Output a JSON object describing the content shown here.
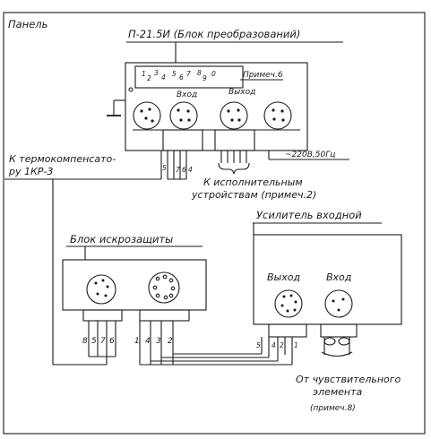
{
  "panel_label": "Панель",
  "converter": {
    "title": "П-21.5И (Блок преобразований)",
    "note": "Примеч.6",
    "digits": [
      "1",
      "2",
      "3",
      "4",
      "5",
      "6",
      "7",
      "8",
      "9",
      "0"
    ],
    "input_label": "Вход",
    "output_label": "Выход",
    "power_label": "~220В,50Гц",
    "terminal_numbers": [
      "5",
      "7",
      "6",
      "4"
    ]
  },
  "thermo_label_line1": "К термокомпенсато-",
  "thermo_label_line2": "ру 1КР-3",
  "actuators_label_line1": "К исполнительным",
  "actuators_label_line2": "устройствам (примеч.2)",
  "spark": {
    "title": "Блок искрозащиты",
    "wire_numbers": [
      "8",
      "5",
      "7",
      "6",
      "1",
      "4",
      "3",
      "2"
    ]
  },
  "amplifier": {
    "title": "Усилитель входной",
    "output_label": "Выход",
    "input_label": "Вход",
    "wire_numbers": [
      "5",
      "4",
      "2",
      "1"
    ]
  },
  "sensor_label_line1": "От чувствительного",
  "sensor_label_line2": "элемента",
  "sensor_note": "(примеч.8)"
}
